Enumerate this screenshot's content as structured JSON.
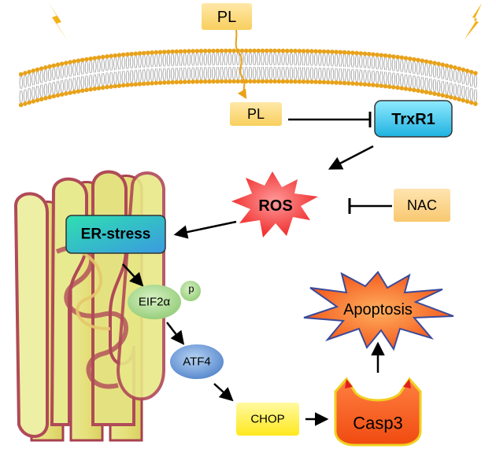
{
  "nodes": {
    "pl_outside": {
      "label": "PL"
    },
    "pl_inside": {
      "label": "PL"
    },
    "trxr1": {
      "label": "TrxR1"
    },
    "ros": {
      "label": "ROS"
    },
    "nac": {
      "label": "NAC"
    },
    "er_stress": {
      "label": "ER-stress"
    },
    "eif2a": {
      "label": "EIF2α"
    },
    "eif2a_phospho": {
      "label": "p"
    },
    "atf4": {
      "label": "ATF4"
    },
    "chop": {
      "label": "CHOP"
    },
    "casp3": {
      "label": "Casp3"
    },
    "apoptosis": {
      "label": "Apoptosis"
    }
  },
  "edges": [
    {
      "from": "pl_outside",
      "to": "pl_inside",
      "type": "translocation"
    },
    {
      "from": "pl_inside",
      "to": "trxr1",
      "type": "inhibition"
    },
    {
      "from": "trxr1",
      "to": "ros",
      "type": "activation"
    },
    {
      "from": "nac",
      "to": "ros",
      "type": "inhibition"
    },
    {
      "from": "ros",
      "to": "er_stress",
      "type": "activation"
    },
    {
      "from": "er_stress",
      "to": "eif2a",
      "type": "activation"
    },
    {
      "from": "eif2a",
      "to": "atf4",
      "type": "activation"
    },
    {
      "from": "atf4",
      "to": "chop",
      "type": "activation"
    },
    {
      "from": "chop",
      "to": "casp3",
      "type": "activation"
    },
    {
      "from": "casp3",
      "to": "apoptosis",
      "type": "activation"
    }
  ],
  "colors": {
    "membrane_head": "#E8A21A",
    "membrane_tail": "#9A9A9A",
    "pl_box": "#FAD876",
    "trxr1_box": "#33C8EA",
    "ros_star": "#F23A3A",
    "er_box": "#28D4C0",
    "eif2a": "#A9D88C",
    "atf4": "#6F9AD0",
    "chop_box": "#FFF35A",
    "casp3": "#F25A12",
    "apoptosis": "#F45A12",
    "er_membrane": "#B0455A"
  }
}
